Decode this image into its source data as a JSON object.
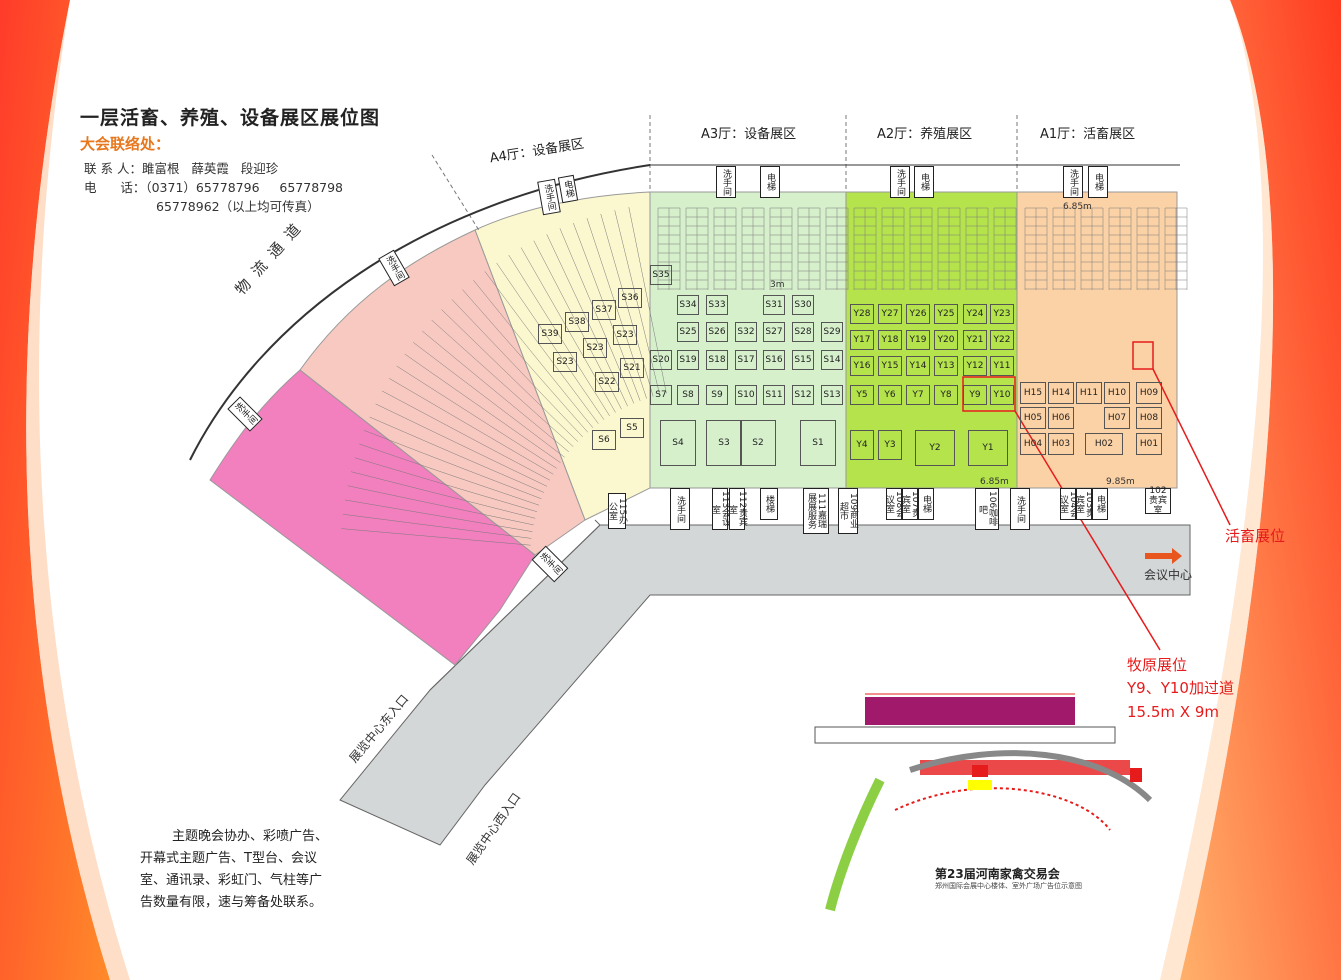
{
  "title": "一层活畜、养殖、设备展区展位图",
  "contact": {
    "heading": "大会联络处：",
    "people": "联 系 人：雎富根   薛英霞   段迎珍",
    "phone1": "电      话：（0371）65778796     65778798",
    "phone2": "65778962（以上均可传真）"
  },
  "halls": {
    "a4": "A4厅：设备展区",
    "a3": "A3厅：设备展区",
    "a2": "A2厅：养殖展区",
    "a1": "A1厅：活畜展区"
  },
  "labels": {
    "logistics": "物  流  通  道",
    "meeting_center": "会议中心",
    "east_entrance": "展览中心东入口",
    "west_entrance": "展览中心西入口"
  },
  "annotations": {
    "livestock": "活畜展位",
    "muyuan_1": "牧原展位",
    "muyuan_2": "Y9、Y10加过道",
    "muyuan_3": "15.5m X 9m"
  },
  "note": [
    "主题晚会协办、彩喷广告、",
    "开幕式主题广告、T型台、会议",
    "室、通讯录、彩虹门、气柱等广",
    "告数量有限，速与筹备处联系。"
  ],
  "inset": {
    "title": "第23届河南家禽交易会",
    "subtitle": "郑州国际会展中心楼体、室外广场广告位示意图"
  },
  "rooms": {
    "wash": "洗手间",
    "elevator": "电梯",
    "stairs": "楼梯",
    "r113": "113会议室",
    "r112": "112贵宾室",
    "r111": "111嘉瑞展展服务",
    "r109": "109商业超市",
    "r108": "108会议室",
    "r107": "107贵宾室",
    "r106": "106咖啡吧",
    "r104": "104会议室",
    "r103": "103贵宾室",
    "r102": "102贵宾室",
    "r115": "115办公室"
  },
  "a3_booths": [
    {
      "row": 0,
      "items": [
        "S35"
      ]
    },
    {
      "row": 1,
      "items": [
        "S34",
        "S33",
        "S31",
        "S30"
      ]
    },
    {
      "row": 2,
      "items": [
        "S25",
        "S26",
        "S32",
        "S27",
        "S28",
        "S29"
      ]
    },
    {
      "row": 3,
      "items": [
        "S20",
        "S19",
        "S18",
        "S17",
        "S16",
        "S15",
        "S14"
      ]
    },
    {
      "row": 4,
      "items": [
        "S7",
        "S8",
        "S9",
        "S10",
        "S11",
        "S12",
        "S13"
      ]
    },
    {
      "row": 5,
      "items": [
        "S4",
        "S3",
        "S2",
        "S1"
      ]
    }
  ],
  "a4_booths": [
    "S36",
    "S37",
    "S38",
    "S39",
    "S23",
    "S23",
    "S23",
    "S22",
    "S21",
    "S6",
    "S5"
  ],
  "a2_booths": [
    [
      "Y28",
      "Y27",
      "Y26",
      "Y25",
      "Y24",
      "Y23"
    ],
    [
      "Y17",
      "Y18",
      "Y19",
      "Y20",
      "Y21",
      "Y22"
    ],
    [
      "Y16",
      "Y15",
      "Y14",
      "Y13",
      "Y12",
      "Y11"
    ],
    [
      "Y5",
      "Y6",
      "Y7",
      "Y8",
      "Y9",
      "Y10"
    ],
    [
      "Y4",
      "Y3",
      "Y2",
      "Y1"
    ]
  ],
  "a1_booths": [
    [
      "H15",
      "H14",
      "H11",
      "H10",
      "H09"
    ],
    [
      "H05",
      "H06",
      "H07",
      "H08"
    ],
    [
      "H04",
      "H03",
      "H02",
      "H01"
    ]
  ],
  "dims": {
    "a2": "6.85m",
    "a1_top": "6.85m",
    "a1_bottom": "9.85m",
    "a3": "3m"
  },
  "colors": {
    "a4_pink": "#f27fbe",
    "a4_peach": "#f8c9c0",
    "a4_yellow": "#fbf7cf",
    "a3_green": "#d6f0cc",
    "a2_green": "#b4e34c",
    "a1_orange": "#fbd1a6",
    "corridor": "#d4d7d8",
    "accent_red": "#e61c1c",
    "orange": "#e8781e"
  }
}
